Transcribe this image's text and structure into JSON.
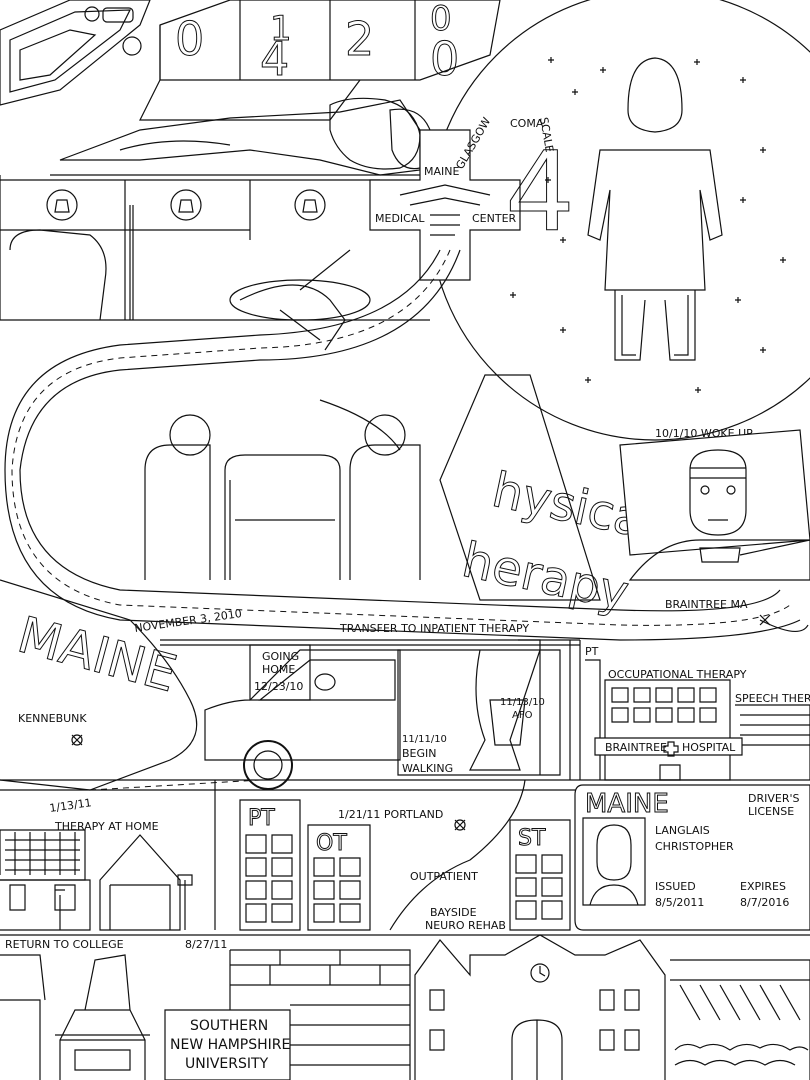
{
  "plate": {
    "digits": [
      "0",
      "4",
      "2",
      "0",
      "1",
      "0"
    ]
  },
  "hospital": {
    "line1": "MAINE",
    "line2": "MEDICAL",
    "line3": "CENTER"
  },
  "coma": {
    "glasgow": "GLASGOW",
    "coma": "COMA",
    "scale": "SCALE",
    "score": "4"
  },
  "woke": {
    "text": "10/1/10  WOKE UP"
  },
  "pt_mural": {
    "line1": "hysical",
    "line2": "herapy"
  },
  "map": {
    "state": "MAINE",
    "braintree": "BRAINTREE MA",
    "kennebunk": "KENNEBUNK",
    "portland": "1/21/11  PORTLAND"
  },
  "timeline": {
    "nov3": "NOVEMBER 3, 2010",
    "transfer": "TRANSFER TO INPATIENT THERAPY",
    "going_home_1": "GOING",
    "going_home_2": "HOME",
    "going_home_3": "12/23/10",
    "afo_1": "11/13/10",
    "afo_2": "AFO",
    "walk_1": "11/11/10",
    "walk_2": "BEGIN",
    "walk_3": "WALKING"
  },
  "braintree_hospital": {
    "pt": "PT",
    "ot_label": "OCCUPATIONAL THERAPY",
    "speech": "SPEECH THERAPY",
    "name_left": "BRAINTREE",
    "name_right": "HOSPITAL"
  },
  "home": {
    "date": "1/13/11",
    "label": "THERAPY AT HOME"
  },
  "bayside": {
    "pt": "PT",
    "ot": "OT",
    "st": "ST",
    "outpatient": "OUTPATIENT",
    "name_1": "BAYSIDE",
    "name_2": "NEURO REHAB"
  },
  "license": {
    "state": "MAINE",
    "title_1": "DRIVER'S",
    "title_2": "LICENSE",
    "last": "LANGLAIS",
    "first": "CHRISTOPHER",
    "issued_label": "ISSUED",
    "issued": "8/5/2011",
    "expires_label": "EXPIRES",
    "expires": "8/7/2016"
  },
  "college": {
    "return": "RETURN TO COLLEGE",
    "date": "8/27/11",
    "name_1": "SOUTHERN",
    "name_2": "NEW HAMPSHIRE",
    "name_3": "UNIVERSITY"
  }
}
